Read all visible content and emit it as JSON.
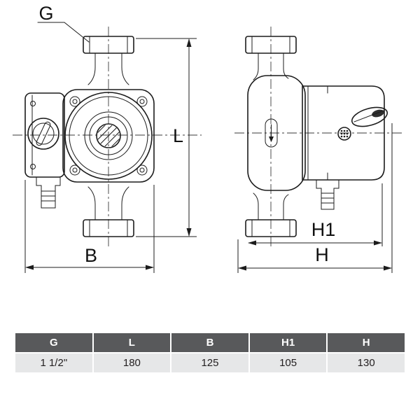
{
  "drawing": {
    "dim_labels": {
      "g": "G",
      "l": "L",
      "b": "B",
      "h1": "H1",
      "h": "H"
    }
  },
  "table": {
    "headers": [
      "G",
      "L",
      "B",
      "H1",
      "H"
    ],
    "values": [
      "1 1/2\"",
      "180",
      "125",
      "105",
      "130"
    ]
  },
  "colors": {
    "line": "#1c1c1c",
    "table_header_bg": "#58595b",
    "table_header_text": "#ffffff",
    "table_value_bg": "#e6e7e8",
    "table_value_text": "#231f20"
  }
}
